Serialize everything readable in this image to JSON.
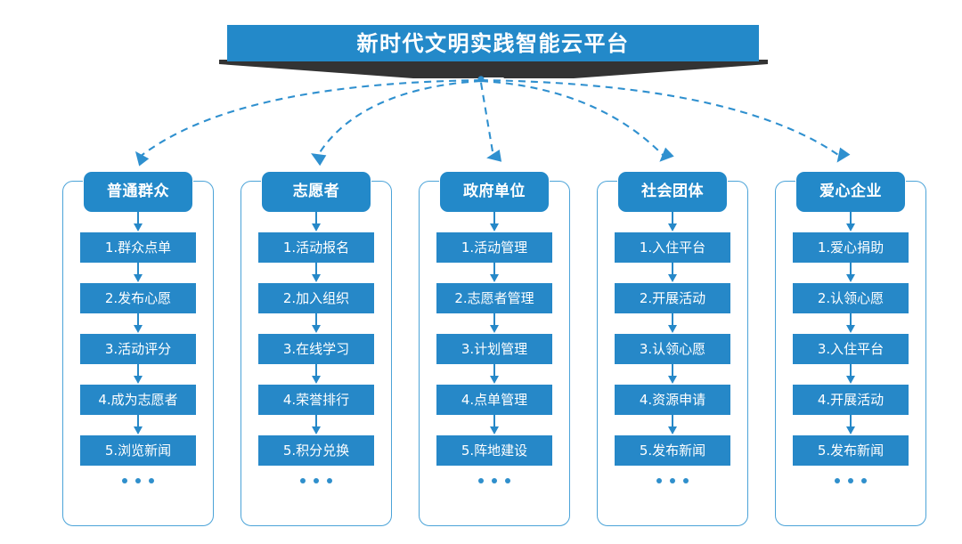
{
  "banner": {
    "title": "新时代文明实践智能云平台",
    "bar_color": "#2389c9",
    "shadow_color": "#333333"
  },
  "theme": {
    "accent": "#2389c9",
    "step_fill": "#2688c8",
    "outline": "#4ba3d8",
    "connector": "#2f90cf",
    "background": "#ffffff",
    "text_on_accent": "#ffffff"
  },
  "ellipsis_glyph": "•••",
  "columns": [
    {
      "header": "普通群众",
      "steps": [
        "1.群众点单",
        "2.发布心愿",
        "3.活动评分",
        "4.成为志愿者",
        "5.浏览新闻"
      ]
    },
    {
      "header": "志愿者",
      "steps": [
        "1.活动报名",
        "2.加入组织",
        "3.在线学习",
        "4.荣誉排行",
        "5.积分兑换"
      ]
    },
    {
      "header": "政府单位",
      "steps": [
        "1.活动管理",
        "2.志愿者管理",
        "3.计划管理",
        "4.点单管理",
        "5.阵地建设"
      ]
    },
    {
      "header": "社会团体",
      "steps": [
        "1.入住平台",
        "2.开展活动",
        "3.认领心愿",
        "4.资源申请",
        "5.发布新闻"
      ]
    },
    {
      "header": "爱心企业",
      "steps": [
        "1.爱心捐助",
        "2.认领心愿",
        "3.入住平台",
        "4.开展活动",
        "5.发布新闻"
      ]
    }
  ]
}
